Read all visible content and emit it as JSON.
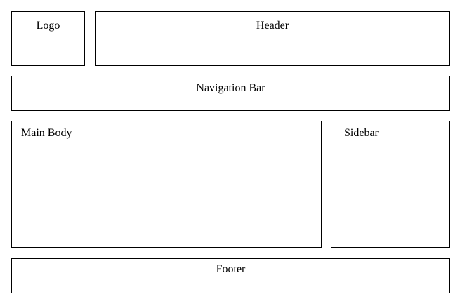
{
  "diagram": {
    "logo": "Logo",
    "header": "Header",
    "navigation_bar": "Navigation Bar",
    "main_body": "Main Body",
    "sidebar": "Sidebar",
    "footer": "Footer"
  }
}
